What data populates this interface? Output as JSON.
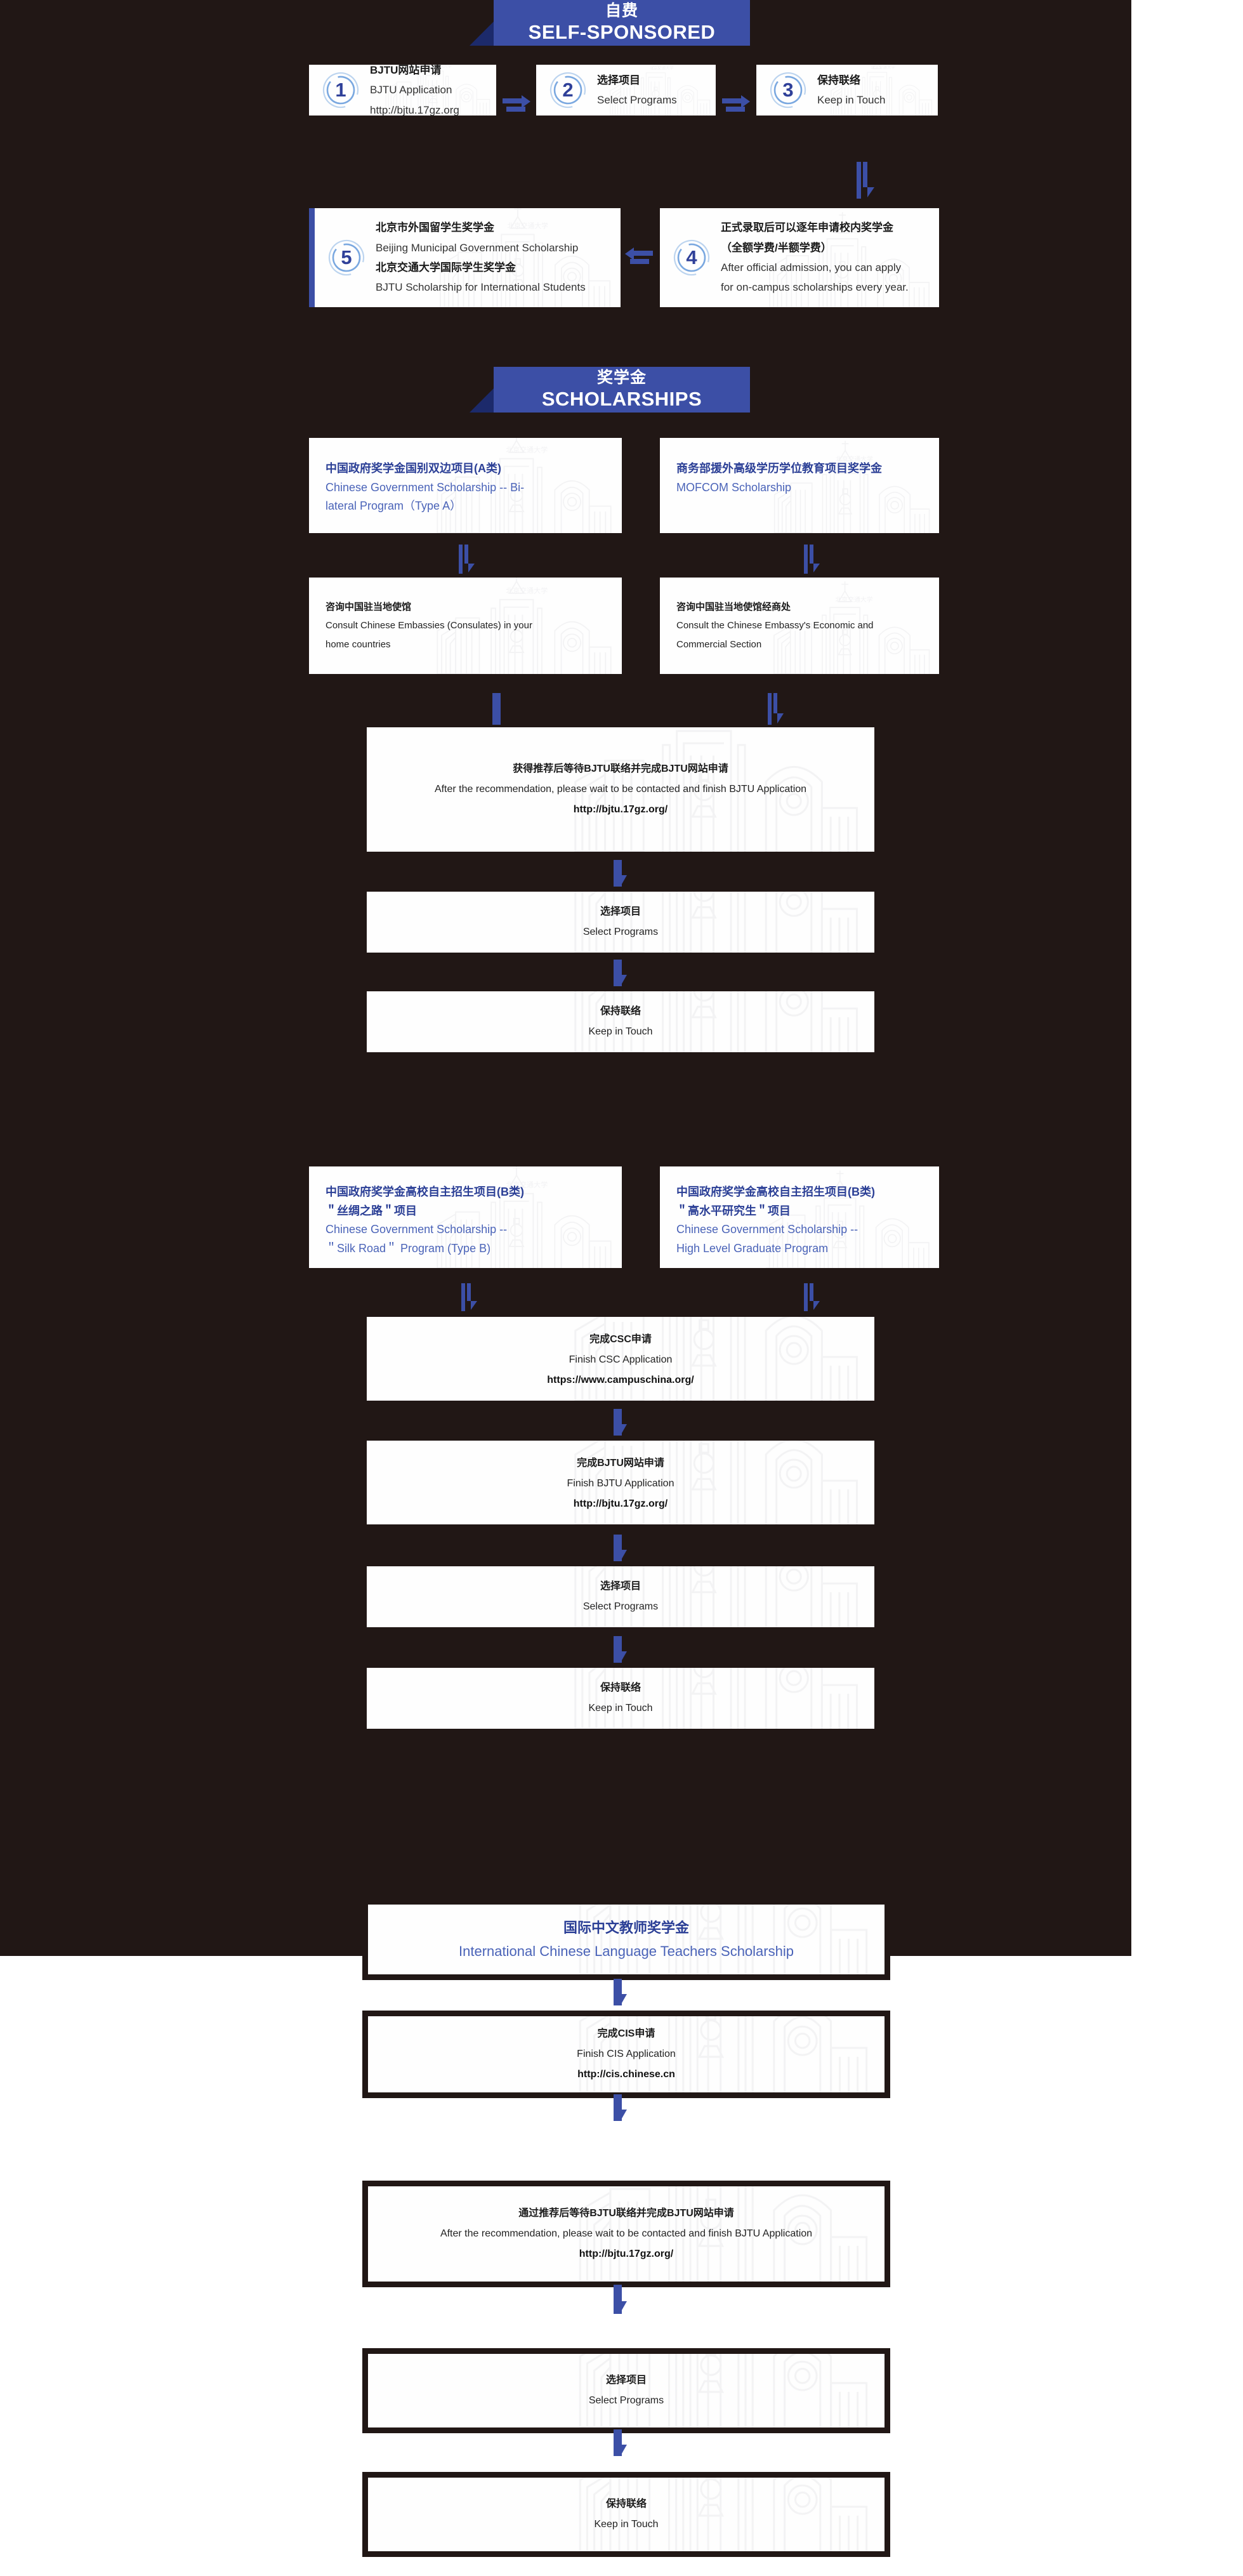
{
  "banners": {
    "self_sponsored": {
      "cn": "自费",
      "en": "SELF-SPONSORED"
    },
    "scholarships": {
      "cn": "奖学金",
      "en": "SCHOLARSHIPS"
    }
  },
  "colors": {
    "banner_blue": "#3c4fa6",
    "notch_dark_blue": "#1c2a6b",
    "backdrop": "#211715",
    "arrow_blue": "#3c4fa6",
    "title_blue": "#2b3f96",
    "subtitle_blue": "#4a63b8"
  },
  "self_sponsored_steps": [
    {
      "number": "1",
      "cn": "BJTU网站申请",
      "en": "BJTU Application",
      "url": "http://bjtu.17gz.org"
    },
    {
      "number": "2",
      "cn": "选择项目",
      "en": "Select Programs",
      "url": ""
    },
    {
      "number": "3",
      "cn": "保持联络",
      "en": "Keep in Touch",
      "url": ""
    },
    {
      "number": "4",
      "cn": "正式录取后可以逐年申请校内奖学金",
      "cn2": "（全额学费/半额学费）",
      "en": "After official admission, you can apply",
      "en2": "for on-campus scholarships every year."
    },
    {
      "number": "5",
      "cn": "北京市外国留学生奖学金",
      "en": "Beijing Municipal Government Scholarship",
      "cn2": "北京交通大学国际学生奖学金",
      "en2": "BJTU Scholarship for International Students"
    }
  ],
  "scholarships": {
    "type_a": {
      "cn": "中国政府奖学金国别双边项目(A类)",
      "en_line1": "Chinese Government Scholarship -- Bi-",
      "en_line2": "lateral Program（Type A）"
    },
    "mofcom": {
      "cn": "商务部援外高级学历学位教育项目奖学金",
      "en_line1": "MOFCOM Scholarship",
      "en_line2": ""
    },
    "consult_embassy": {
      "cn": "咨询中国驻当地使馆",
      "en_line1": "Consult Chinese Embassies (Consulates) in your",
      "en_line2": "home countries"
    },
    "consult_commercial": {
      "cn": "咨询中国驻当地使馆经商处",
      "en_line1": "Consult the Chinese Embassy's Economic and",
      "en_line2": "Commercial Section"
    },
    "after_recommendation_a": {
      "cn": "获得推荐后等待BJTU联络并完成BJTU网站申请",
      "en": "After the recommendation, please wait to be contacted and finish BJTU Application",
      "url": "http://bjtu.17gz.org/"
    },
    "select_programs_a": {
      "cn": "选择项目",
      "en": "Select Programs"
    },
    "keep_in_touch_a": {
      "cn": "保持联络",
      "en": "Keep in Touch"
    },
    "silk_road": {
      "cn_line1": "中国政府奖学金高校自主招生项目(B类)",
      "cn_line2": "＂丝绸之路＂项目",
      "en_line1": "Chinese Government Scholarship --",
      "en_line2": "＂Silk Road＂ Program (Type B)"
    },
    "high_level": {
      "cn_line1": "中国政府奖学金高校自主招生项目(B类)",
      "cn_line2": "＂高水平研究生＂项目",
      "en_line1": "Chinese Government Scholarship --",
      "en_line2": "High Level Graduate Program"
    },
    "finish_csc": {
      "cn": "完成CSC申请",
      "en": "Finish CSC Application",
      "url": "https://www.campuschina.org/"
    },
    "finish_bjtu": {
      "cn": "完成BJTU网站申请",
      "en": "Finish BJTU Application",
      "url": "http://bjtu.17gz.org/"
    },
    "select_programs_b": {
      "cn": "选择项目",
      "en": "Select Programs"
    },
    "keep_in_touch_b": {
      "cn": "保持联络",
      "en": "Keep in Touch"
    },
    "iclts": {
      "cn": "国际中文教师奖学金",
      "en": "International Chinese Language Teachers Scholarship"
    },
    "finish_cis": {
      "cn": "完成CIS申请",
      "en": "Finish CIS Application",
      "url": "http://cis.chinese.cn"
    },
    "after_recommendation_c": {
      "cn": "通过推荐后等待BJTU联络并完成BJTU网站申请",
      "en": "After the recommendation, please wait to be contacted and finish BJTU Application",
      "url": "http://bjtu.17gz.org/"
    },
    "select_programs_c": {
      "cn": "选择项目",
      "en": "Select Programs"
    },
    "keep_in_touch_c": {
      "cn": "保持联络",
      "en": "Keep in Touch"
    }
  }
}
